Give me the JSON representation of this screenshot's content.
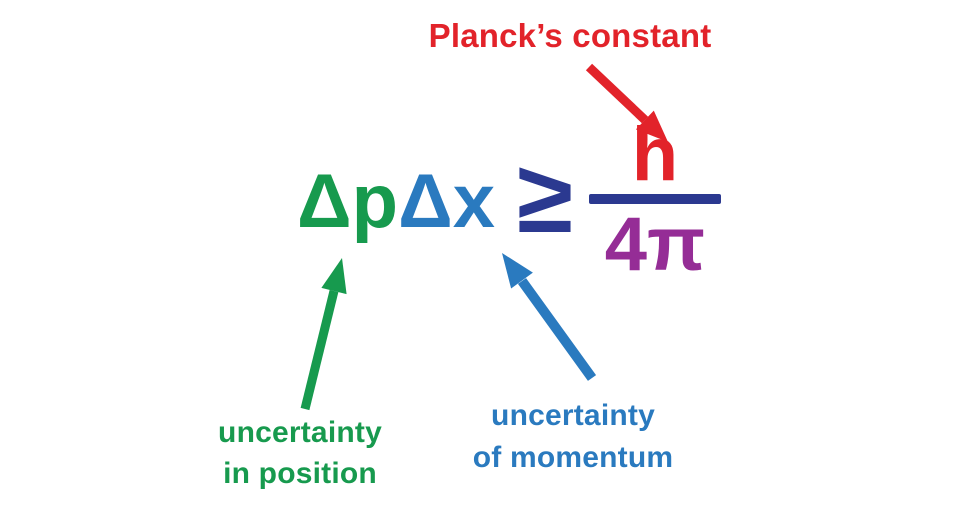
{
  "colors": {
    "background": "#FFFFFF",
    "red": "#E2232A",
    "green": "#179A4E",
    "blue": "#2A7ABF",
    "navy": "#2B3990",
    "purple": "#952D96"
  },
  "equation": {
    "delta_p": "Δp",
    "delta_x": "Δx",
    "relation": "≥",
    "numerator": "h",
    "denominator": "4π"
  },
  "annotations": {
    "planck": {
      "text": "Planck’s constant"
    },
    "position": {
      "line1": "uncertainty",
      "line2": "in position"
    },
    "momentum": {
      "line1": "uncertainty",
      "line2": "of momentum"
    }
  }
}
